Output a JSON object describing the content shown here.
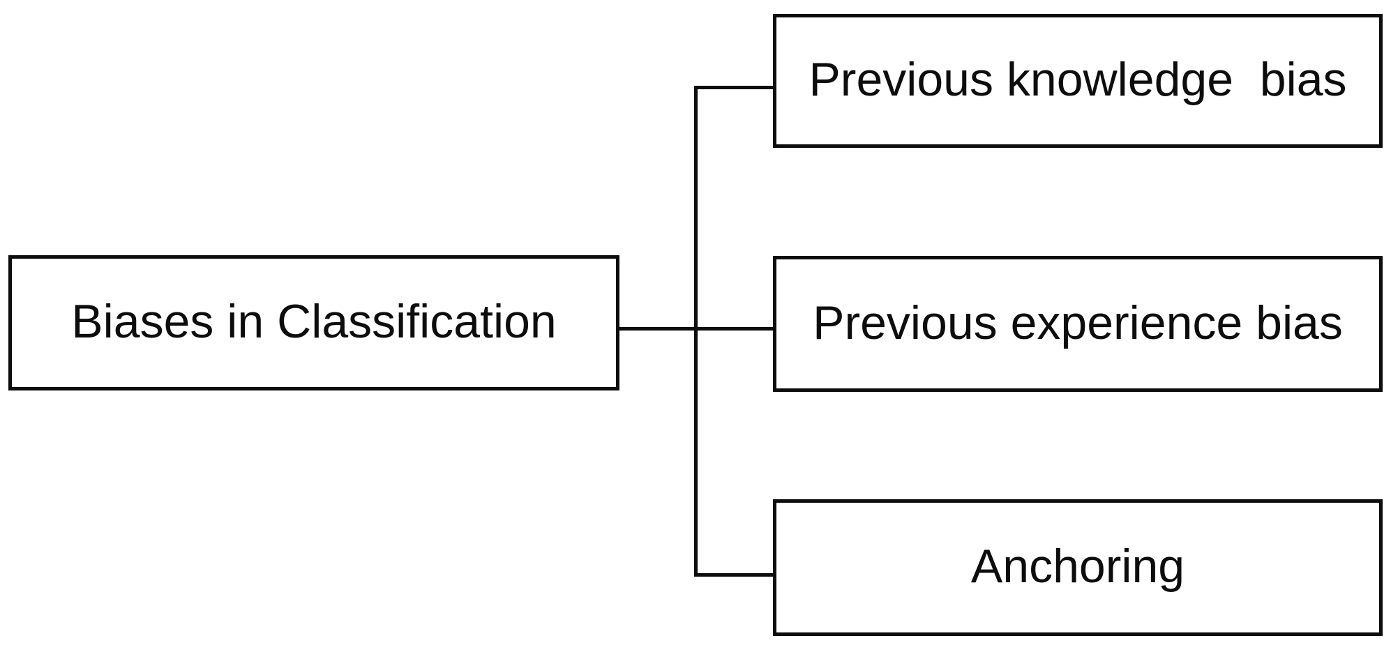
{
  "diagram": {
    "type": "hierarchy",
    "root": {
      "label": "Biases in Classification"
    },
    "children": [
      {
        "label": "Previous knowledge  bias"
      },
      {
        "label": "Previous experience bias"
      },
      {
        "label": "Anchoring"
      }
    ]
  },
  "colors": {
    "background": "#ffffff",
    "box_border": "#0d0d0d",
    "box_fill": "#ffffff",
    "connector": "#0d0d0d",
    "text": "#0d0d0d"
  }
}
